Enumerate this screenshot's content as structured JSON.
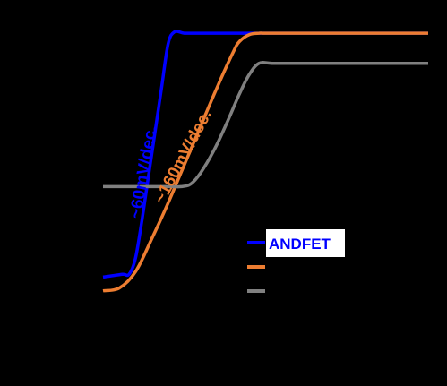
{
  "chart_data": {
    "type": "line",
    "title": "",
    "xlabel": "",
    "ylabel": "",
    "xlim": [
      0,
      1
    ],
    "ylim": [
      0,
      1
    ],
    "grid": false,
    "legend_placement": "lower-right",
    "background": "#000000",
    "series": [
      {
        "name": "ANDFET",
        "color": "#0000ff",
        "x": [
          0.0,
          0.06,
          0.08,
          0.1,
          0.12,
          0.14,
          0.16,
          0.18,
          0.2,
          0.22,
          0.25,
          0.3,
          0.4,
          0.5,
          0.6,
          0.7,
          0.8,
          0.9,
          1.0
        ],
        "y": [
          0.1,
          0.11,
          0.11,
          0.17,
          0.31,
          0.47,
          0.63,
          0.79,
          0.95,
          0.995,
          0.99,
          0.99,
          0.99,
          0.99,
          0.99,
          0.99,
          0.99,
          0.99,
          0.99
        ]
      },
      {
        "name": "",
        "color": "#ed7d31",
        "x": [
          0.0,
          0.05,
          0.1,
          0.15,
          0.2,
          0.25,
          0.3,
          0.35,
          0.4,
          0.42,
          0.45,
          0.48,
          0.5,
          0.6,
          0.7,
          0.8,
          0.9,
          1.0
        ],
        "y": [
          0.05,
          0.06,
          0.12,
          0.24,
          0.37,
          0.51,
          0.65,
          0.79,
          0.92,
          0.96,
          0.985,
          0.99,
          0.99,
          0.99,
          0.99,
          0.99,
          0.99,
          0.99
        ]
      },
      {
        "name": "",
        "color": "#808080",
        "x": [
          0.0,
          0.1,
          0.2,
          0.24,
          0.27,
          0.3,
          0.34,
          0.38,
          0.42,
          0.45,
          0.48,
          0.52,
          0.6,
          0.7,
          0.8,
          0.9,
          1.0
        ],
        "y": [
          0.43,
          0.43,
          0.43,
          0.43,
          0.44,
          0.48,
          0.56,
          0.66,
          0.77,
          0.84,
          0.88,
          0.88,
          0.88,
          0.88,
          0.88,
          0.88,
          0.88
        ]
      }
    ],
    "annotations": [
      {
        "text": "~60mV/dec.",
        "color": "#0000ff",
        "series": 0,
        "x": 0.14,
        "y": 0.48
      },
      {
        "text": "~160mV/dec.",
        "color": "#ed7d31",
        "series": 1,
        "x": 0.26,
        "y": 0.53
      }
    ]
  }
}
